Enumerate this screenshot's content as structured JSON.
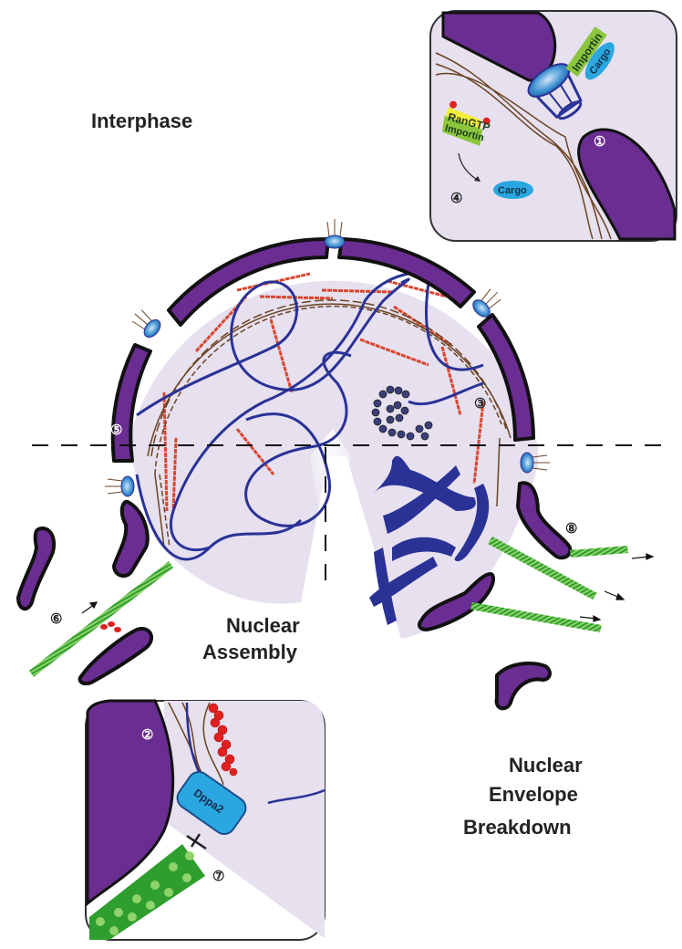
{
  "figure": {
    "phase_labels": {
      "interphase": "Interphase",
      "assembly_line1": "Nuclear",
      "assembly_line2": "Assembly",
      "breakdown_line1": "Nuclear",
      "breakdown_line2": "Envelope",
      "breakdown_line3": "Breakdown"
    },
    "markers": {
      "m1": "①",
      "m2": "②",
      "m3": "③",
      "m4": "④",
      "m5": "⑤",
      "m6": "⑥",
      "m7": "⑦",
      "m8": "⑧"
    },
    "inset_top": {
      "importin_label": "Importin",
      "cargo_label": "Cargo",
      "rangtp_label": "RanGTP",
      "importin_label_2": "Importin",
      "cargo_free_label": "Cargo"
    },
    "inset_bottom": {
      "protein_label": "Dppa2"
    },
    "colors": {
      "membrane": "#6a2d91",
      "nucleoplasm": "#e6e0ef",
      "chromatin": "#2a3296",
      "lamina": "#6b4423",
      "filament_red": "#d9472f",
      "microtubule": "#3cb83c",
      "cargo": "#2aa7e0",
      "importin": "#8cc63f",
      "rangtp": "#f4ec3a"
    }
  }
}
